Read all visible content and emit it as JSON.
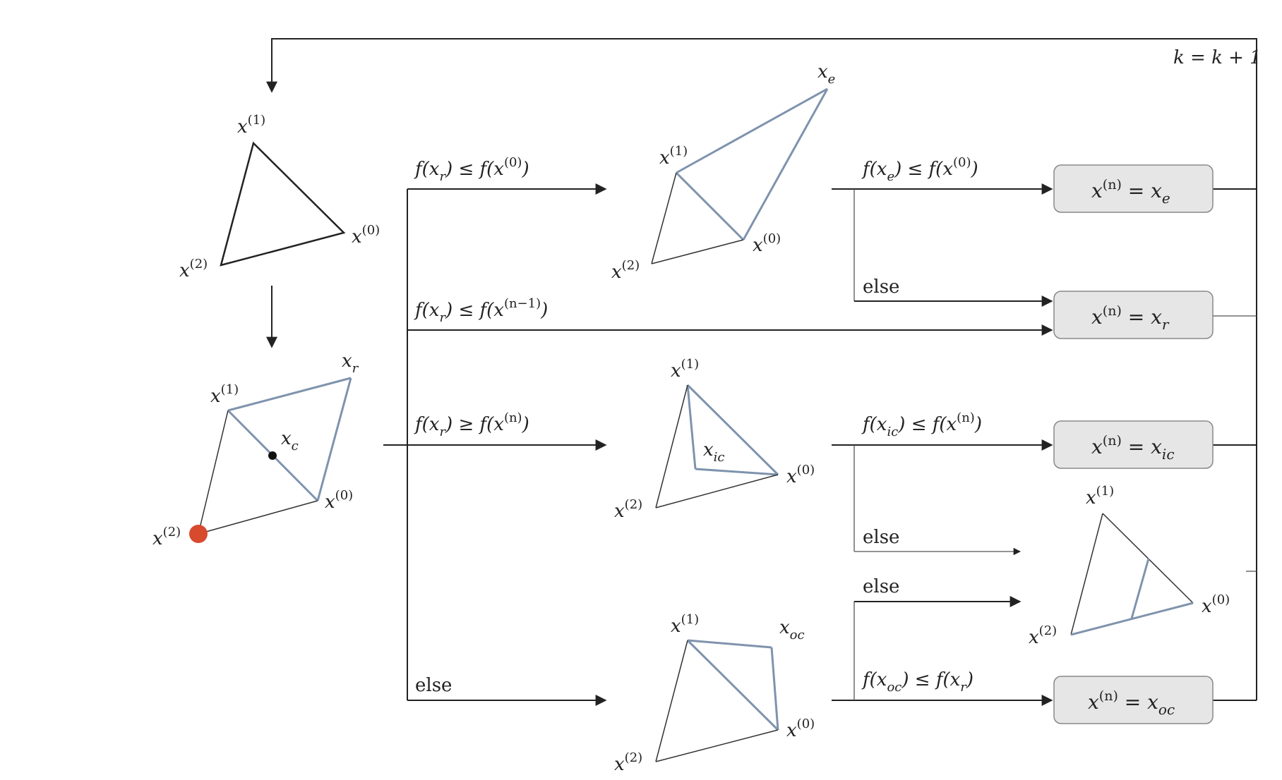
{
  "loop_label": "k = k + 1",
  "conditions": {
    "reflect_best": "f(x_r) ≤ f(x^(0))",
    "reflect_second": "f(x_r) ≤ f(x^(n−1))",
    "reflect_worst": "f(x_r) ≥ f(x^(n))",
    "else": "else",
    "expand_ok": "f(x_e) ≤ f(x^(0))",
    "inside_ok": "f(x_ic) ≤ f(x^(n))",
    "outside_ok": "f(x_oc) ≤ f(x_r)"
  },
  "boxes": {
    "expand": "x^(n) = x_e",
    "reflect": "x^(n) = x_r",
    "inside": "x^(n) = x_ic",
    "outside": "x^(n) = x_oc"
  },
  "vertex_labels": {
    "v0": "x^(0)",
    "v1": "x^(1)",
    "v2": "x^(2)",
    "xr": "x_r",
    "xc": "x_c",
    "xe": "x_e",
    "xic": "x_ic",
    "xoc": "x_oc"
  },
  "colors": {
    "simplex_edge": "#7f93ad",
    "worst_point": "#d84a2e",
    "box_fill": "#e6e6e6"
  }
}
